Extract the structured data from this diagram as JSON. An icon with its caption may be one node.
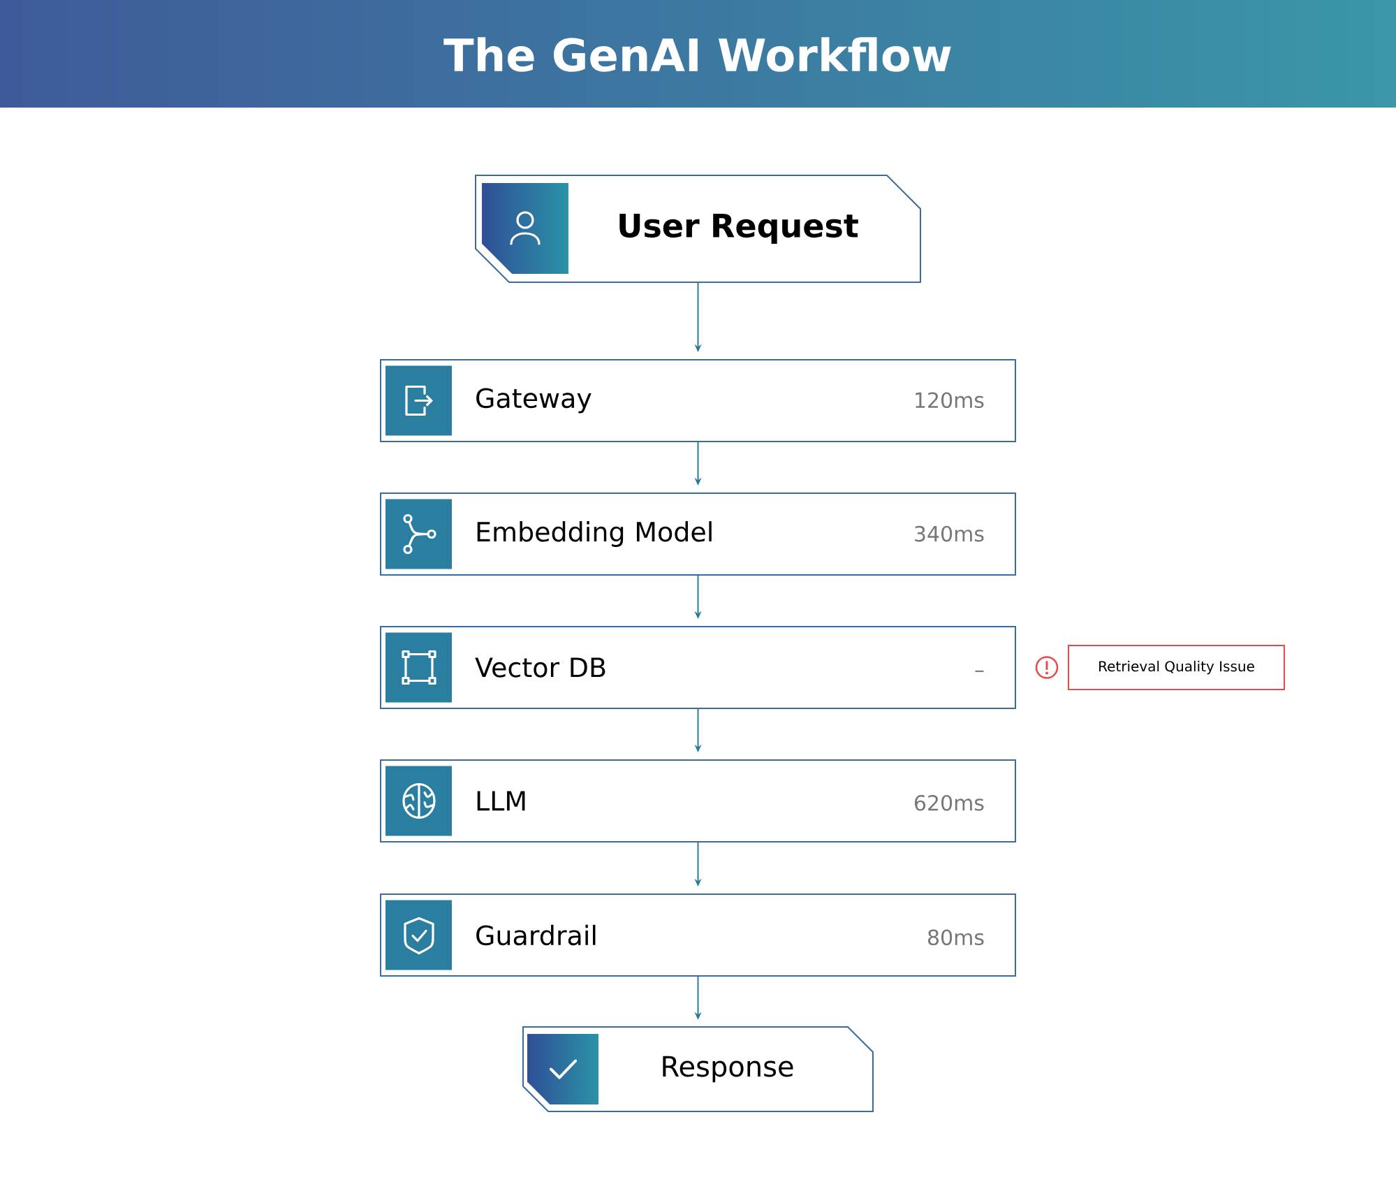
{
  "diagram": {
    "title": "The GenAI Workflow",
    "nodes": [
      {
        "text": [
          "User Request"
        ]
      },
      {
        "text": [
          "Gateway",
          "120ms"
        ]
      },
      {
        "text": [
          "Embedding Model",
          "340ms"
        ]
      },
      {
        "text": [
          "Vector DB",
          "–"
        ]
      },
      {
        "text": [
          "LLM",
          "620ms"
        ]
      },
      {
        "text": [
          "Guardrail",
          "80ms"
        ]
      },
      {
        "text": [
          "Response"
        ]
      },
      {
        "text": [
          "Retrieval Quality Issue"
        ]
      }
    ],
    "edges": [
      {
        "from": 0,
        "to": 1,
        "arrow": "to"
      },
      {
        "from": 1,
        "to": 2,
        "arrow": "to"
      },
      {
        "from": 2,
        "to": 3,
        "arrow": "to"
      },
      {
        "from": 3,
        "to": 4,
        "arrow": "to"
      },
      {
        "from": 4,
        "to": 5,
        "arrow": "to"
      },
      {
        "from": 5,
        "to": 6,
        "arrow": "to"
      }
    ]
  }
}
